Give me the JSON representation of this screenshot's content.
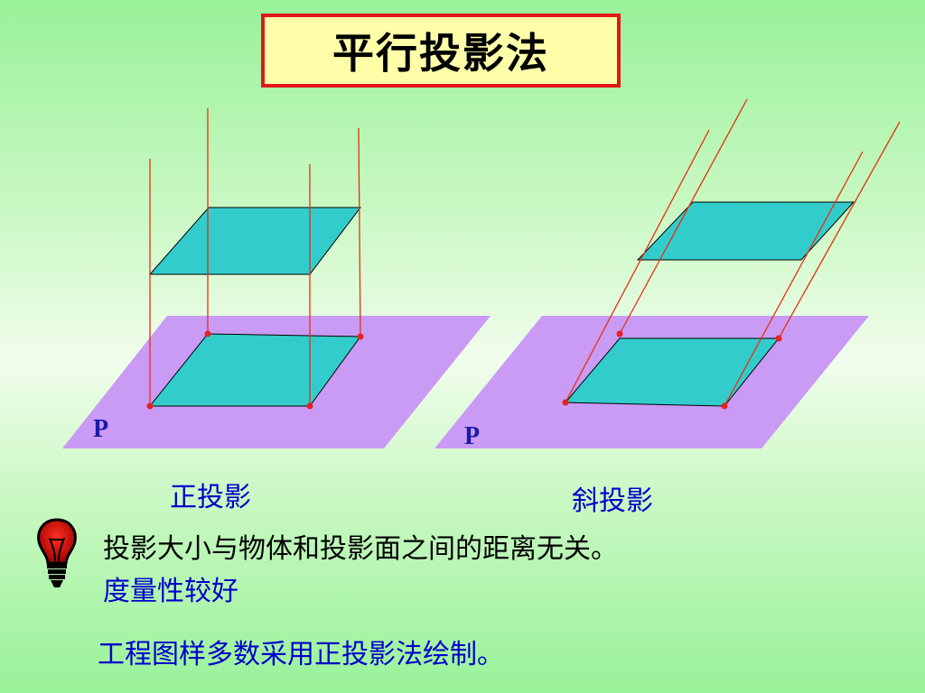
{
  "title": "平行投影法",
  "diagram": {
    "left_plane_label": "P",
    "right_plane_label": "P",
    "left_caption": "正投影",
    "right_caption": "斜投影",
    "colors": {
      "plane": "#c99bf5",
      "shape": "#33cccc",
      "ray": "#e83010",
      "point": "#e82020"
    }
  },
  "notes": {
    "line1": "投影大小与物体和投影面之间的距离无关。",
    "line2": "度量性较好",
    "line3": "工程图样多数采用正投影法绘制。"
  },
  "icon": "lightbulb-icon"
}
